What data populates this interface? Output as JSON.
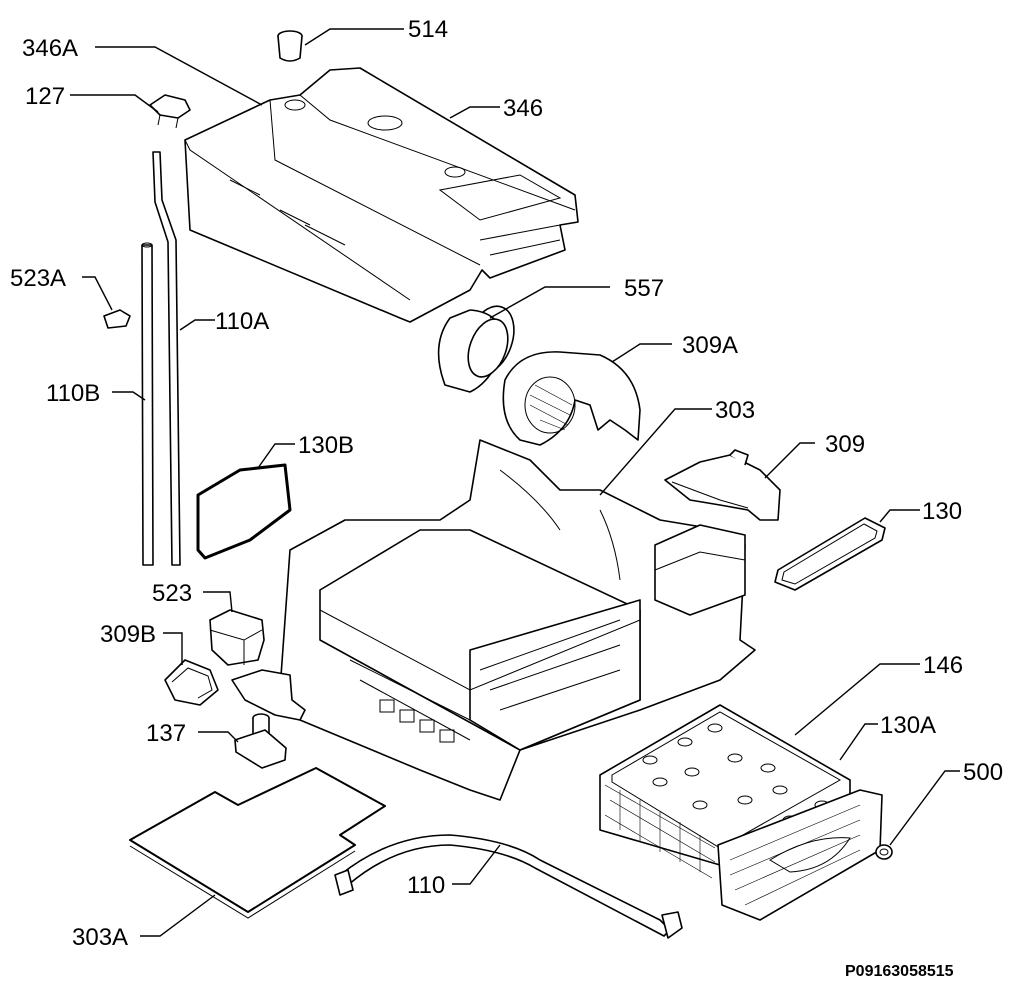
{
  "diagram": {
    "reference_code": "P09163058515",
    "parts": [
      {
        "id": "514",
        "label": "514"
      },
      {
        "id": "346A",
        "label": "346A"
      },
      {
        "id": "127",
        "label": "127"
      },
      {
        "id": "346",
        "label": "346"
      },
      {
        "id": "523A",
        "label": "523A"
      },
      {
        "id": "557",
        "label": "557"
      },
      {
        "id": "110A",
        "label": "110A"
      },
      {
        "id": "309A",
        "label": "309A"
      },
      {
        "id": "110B",
        "label": "110B"
      },
      {
        "id": "303",
        "label": "303"
      },
      {
        "id": "130B",
        "label": "130B"
      },
      {
        "id": "309",
        "label": "309"
      },
      {
        "id": "130",
        "label": "130"
      },
      {
        "id": "523",
        "label": "523"
      },
      {
        "id": "309B",
        "label": "309B"
      },
      {
        "id": "146",
        "label": "146"
      },
      {
        "id": "137",
        "label": "137"
      },
      {
        "id": "130A",
        "label": "130A"
      },
      {
        "id": "500",
        "label": "500"
      },
      {
        "id": "110",
        "label": "110"
      },
      {
        "id": "303A",
        "label": "303A"
      }
    ]
  }
}
